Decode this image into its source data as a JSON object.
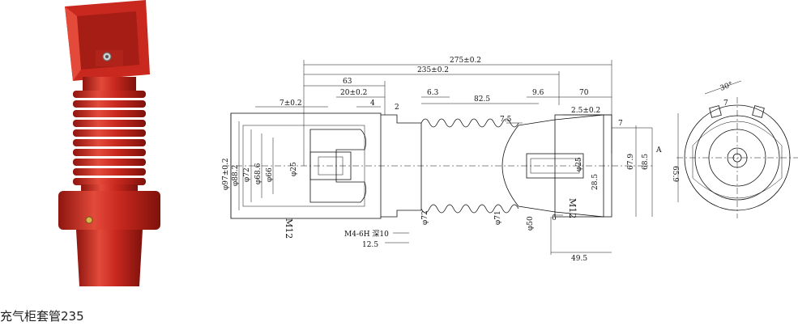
{
  "caption": "充气柜套管235",
  "colors": {
    "insulator_red": "#c8281e",
    "insulator_dark": "#8e150f",
    "insulator_light": "#e34a3a",
    "line": "#111111"
  },
  "drawing": {
    "labels": {
      "total_length": "275±0.2",
      "length_235": "235±0.2",
      "d63": "63",
      "d70": "70",
      "d20": "20±0.2",
      "d4": "4",
      "d2": "2",
      "d7": "7±0.2",
      "d63b": "6.3",
      "d825": "82.5",
      "d96": "9.6",
      "d25": "2.5±0.2",
      "d75": "7.5",
      "d7b": "7",
      "phi97": "φ97±0.2",
      "phi88": "φ88.2",
      "phi72a": "φ72",
      "phi686": "φ68.6",
      "phi66": "φ66",
      "phi25a": "φ25",
      "phi72b": "φ72",
      "phi71": "φ71",
      "phi50": "φ50",
      "phi25b": "φ25",
      "d285": "28.5",
      "d685": "68.5",
      "d679": "67.9",
      "m12a": "M12",
      "m12b": "M12",
      "m4": "M4-6H 深10",
      "d125": "12.5",
      "d6": "6",
      "d495": "49.5",
      "view_a": "A",
      "d659": "65.9",
      "d30": "30°",
      "d7c": "7"
    }
  }
}
